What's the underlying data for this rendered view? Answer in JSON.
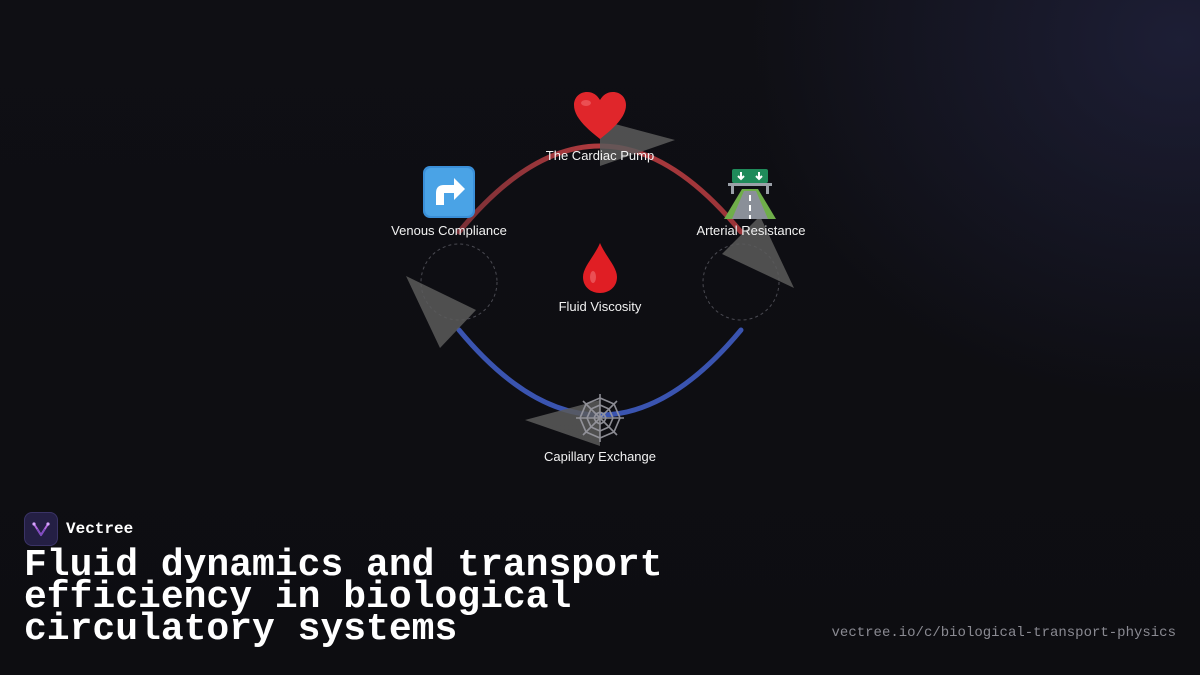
{
  "diagram": {
    "nodes": {
      "pump": {
        "label": "The Cardiac Pump",
        "icon": "heart-icon"
      },
      "arterial": {
        "label": "Arterial Resistance",
        "icon": "highway-icon"
      },
      "venous": {
        "label": "Venous Compliance",
        "icon": "up-arrow-icon"
      },
      "viscosity": {
        "label": "Fluid Viscosity",
        "icon": "blood-drop-icon"
      },
      "capillary": {
        "label": "Capillary Exchange",
        "icon": "web-icon"
      }
    },
    "colors": {
      "arterial_flow": "#b03a3e",
      "venous_flow": "#3a54b0",
      "arrow": "#5a5a5a",
      "heart": "#e0262b",
      "drop": "#e01e24"
    }
  },
  "brand": {
    "name": "Vectree",
    "logo_icon": "vectree-logo-icon"
  },
  "title": "Fluid dynamics and transport efficiency in biological circulatory systems",
  "url": "vectree.io/c/biological-transport-physics"
}
